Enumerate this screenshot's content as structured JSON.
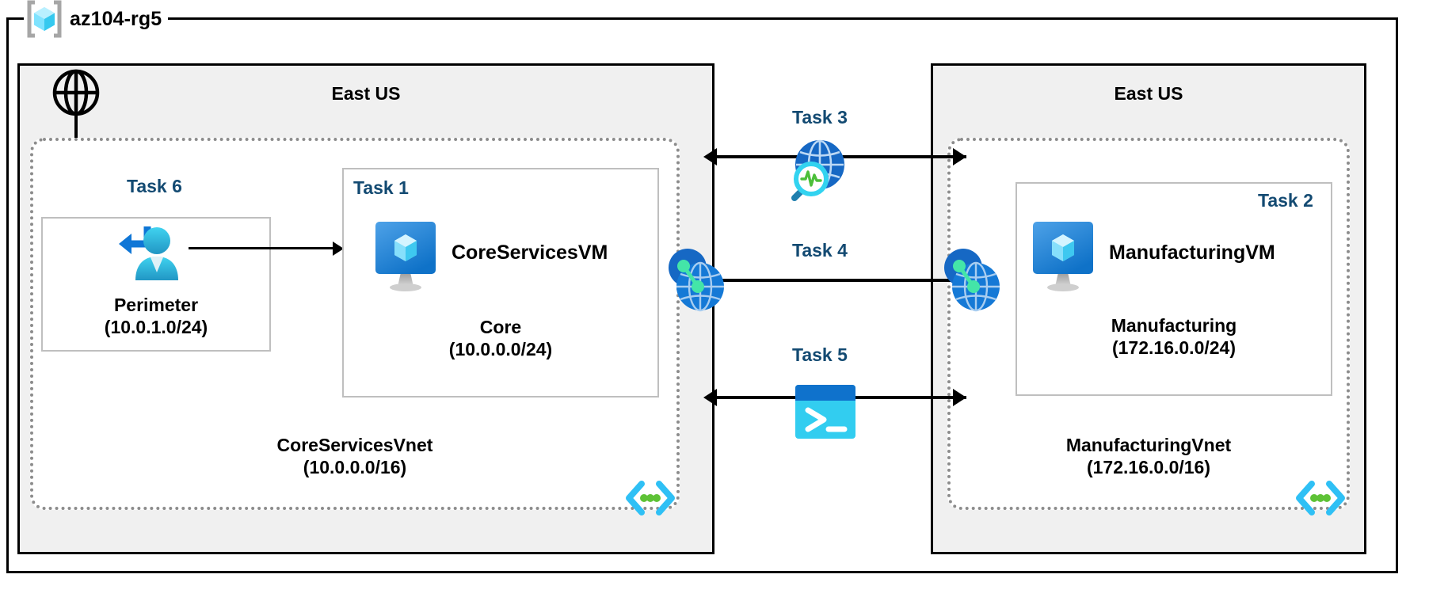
{
  "resource_group": {
    "name": "az104-rg5",
    "icon": "azure-resource-group-icon"
  },
  "regions": [
    {
      "id": "left",
      "title": "East US"
    },
    {
      "id": "right",
      "title": "East US"
    }
  ],
  "internet": {
    "icon": "globe-icon"
  },
  "vnets": [
    {
      "id": "coreservicesvnet",
      "name": "CoreServicesVnet",
      "cidr": "(10.0.0.0/16)",
      "subnet_icon": "subnet-code-brackets-icon"
    },
    {
      "id": "manufacturingvnet",
      "name": "ManufacturingVnet",
      "cidr": "(172.16.0.0/16)",
      "subnet_icon": "subnet-code-brackets-icon"
    }
  ],
  "subnets": [
    {
      "id": "perimeter",
      "task": "Task 6",
      "name": "Perimeter",
      "cidr": "(10.0.1.0/24)",
      "icon": "bastion-user-icon"
    },
    {
      "id": "core",
      "task": "Task 1",
      "name": "Core",
      "cidr": "(10.0.0.0/24)",
      "vm": "CoreServicesVM",
      "icon": "virtual-machine-icon"
    },
    {
      "id": "manufacturing",
      "task": "Task 2",
      "name": "Manufacturing",
      "cidr": "(172.16.0.0/24)",
      "vm": "ManufacturingVM",
      "icon": "virtual-machine-icon"
    }
  ],
  "connections": [
    {
      "id": "task3",
      "label": "Task 3",
      "icon": "network-watcher-icon"
    },
    {
      "id": "task4",
      "label": "Task 4",
      "icon": "vnet-peering-icon"
    },
    {
      "id": "task5",
      "label": "Task 5",
      "icon": "cloud-shell-icon"
    }
  ],
  "colors": {
    "task_label": "#134a72",
    "region_fill": "#f0f0f0",
    "vnet_border": "#8c8c8c",
    "subnet_border": "#bfbfbf",
    "azure_blue": "#0078d4",
    "cyan": "#32bfe8",
    "green_dot": "#5ec236"
  }
}
